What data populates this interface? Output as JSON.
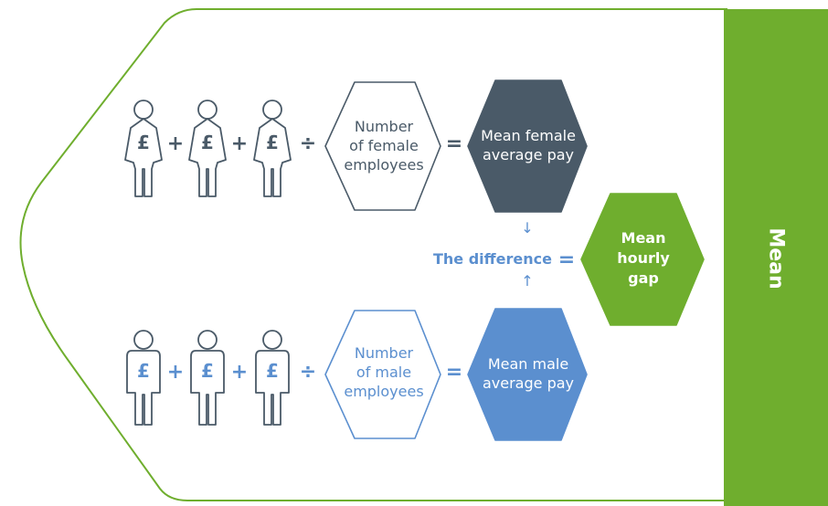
{
  "side_label": "Mean",
  "female_row": {
    "operators": [
      "+",
      "+",
      "÷",
      "="
    ],
    "count_label": [
      "Number",
      "of female",
      "employees"
    ],
    "result_label": [
      "Mean female",
      "average pay"
    ],
    "icon_glyph": "£"
  },
  "male_row": {
    "operators": [
      "+",
      "+",
      "÷",
      "="
    ],
    "count_label": [
      "Number",
      "of male",
      "employees"
    ],
    "result_label": [
      "Mean male",
      "average pay"
    ],
    "icon_glyph": "£"
  },
  "difference": {
    "label": "The difference",
    "equals": "=",
    "arrow_down": "↓",
    "arrow_up": "↑"
  },
  "gap_label": [
    "Mean",
    "hourly",
    "gap"
  ],
  "colors": {
    "female": "#4a5a68",
    "male": "#5b8fcf",
    "female_result": "#4a5a68",
    "male_result": "#5b8fcf",
    "accent": "#6fae2e"
  }
}
